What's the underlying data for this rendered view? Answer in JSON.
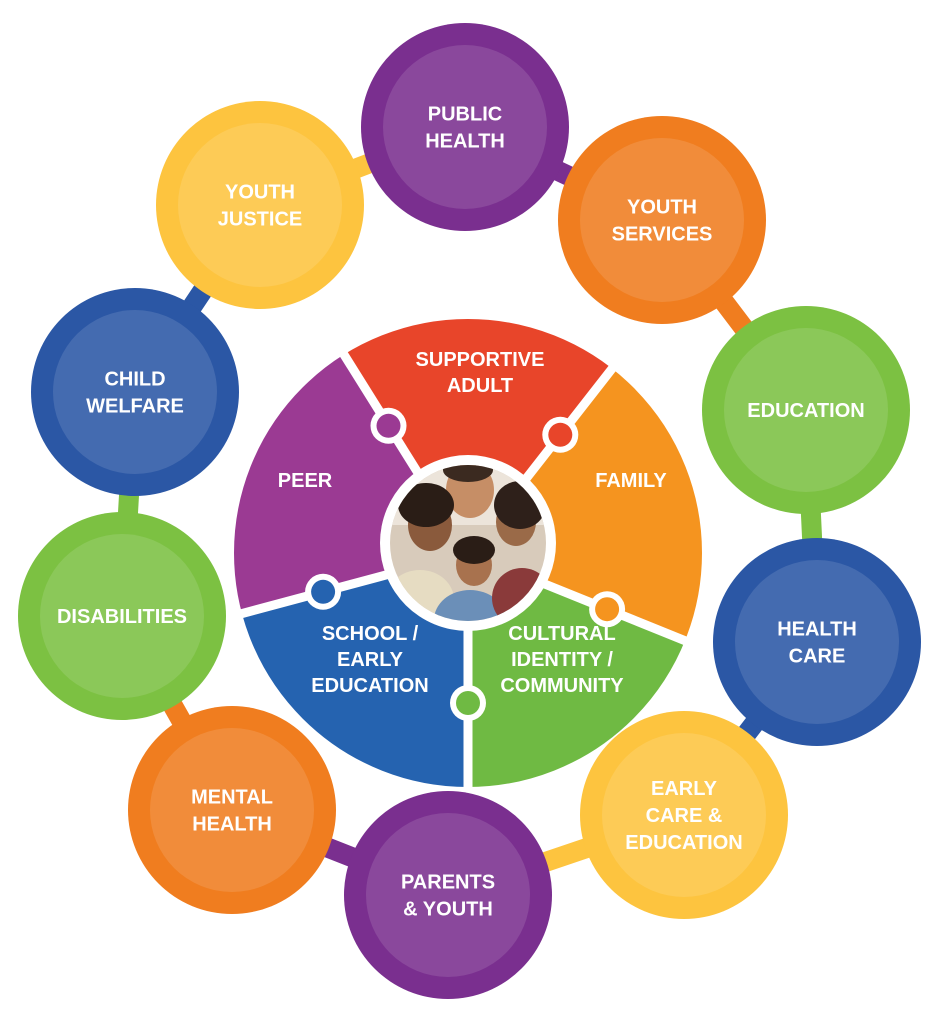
{
  "diagram": {
    "outer_circles": [
      {
        "id": "public-health",
        "lines": [
          "PUBLIC",
          "HEALTH"
        ],
        "color": "#7a2f8f"
      },
      {
        "id": "youth-services",
        "lines": [
          "YOUTH",
          "SERVICES"
        ],
        "color": "#f07d1f"
      },
      {
        "id": "education",
        "lines": [
          "EDUCATION"
        ],
        "color": "#7cc142"
      },
      {
        "id": "health-care",
        "lines": [
          "HEALTH",
          "CARE"
        ],
        "color": "#2b57a5"
      },
      {
        "id": "early-care-education",
        "lines": [
          "EARLY",
          "CARE &",
          "EDUCATION"
        ],
        "color": "#fdc43f"
      },
      {
        "id": "parents-youth",
        "lines": [
          "PARENTS",
          "& YOUTH"
        ],
        "color": "#7a2f8f"
      },
      {
        "id": "mental-health",
        "lines": [
          "MENTAL",
          "HEALTH"
        ],
        "color": "#f07d1f"
      },
      {
        "id": "disabilities",
        "lines": [
          "DISABILITIES"
        ],
        "color": "#7cc142"
      },
      {
        "id": "child-welfare",
        "lines": [
          "CHILD",
          "WELFARE"
        ],
        "color": "#2b57a5"
      },
      {
        "id": "youth-justice",
        "lines": [
          "YOUTH",
          "JUSTICE"
        ],
        "color": "#fdc43f"
      }
    ],
    "inner_segments": [
      {
        "id": "supportive-adult",
        "lines": [
          "SUPPORTIVE",
          "ADULT"
        ],
        "color": "#e8452a"
      },
      {
        "id": "family",
        "lines": [
          "FAMILY"
        ],
        "color": "#f5941f"
      },
      {
        "id": "cultural-identity-community",
        "lines": [
          "CULTURAL",
          "IDENTITY /",
          "COMMUNITY"
        ],
        "color": "#6fba43"
      },
      {
        "id": "school-early-education",
        "lines": [
          "SCHOOL /",
          "EARLY",
          "EDUCATION"
        ],
        "color": "#2563b0"
      },
      {
        "id": "peer",
        "lines": [
          "PEER"
        ],
        "color": "#9b3a93"
      }
    ],
    "center_photo": {
      "icon": "family-photo"
    }
  }
}
